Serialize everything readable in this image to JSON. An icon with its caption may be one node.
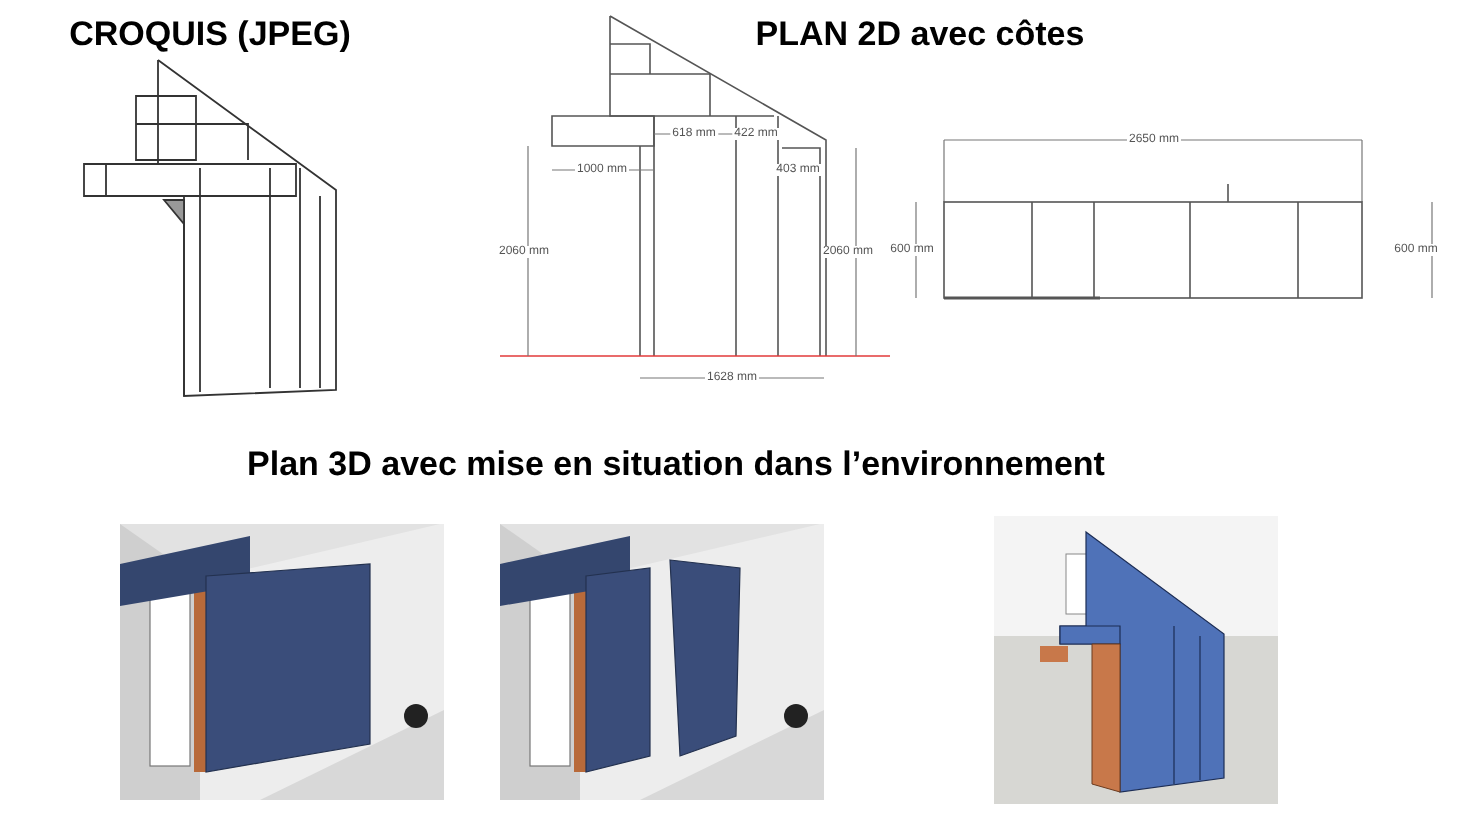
{
  "diagram": {
    "labels": [
      "CROQUIS (JPEG)",
      "PLAN 2D avec côtes",
      "1000 mm",
      "618 mm",
      "422 mm",
      "403 mm",
      "2060 mm",
      "2060 mm",
      "1628 mm",
      "2650 mm",
      "600 mm",
      "600 mm",
      "Plan 3D avec mise en situation dans l’environnement"
    ]
  }
}
